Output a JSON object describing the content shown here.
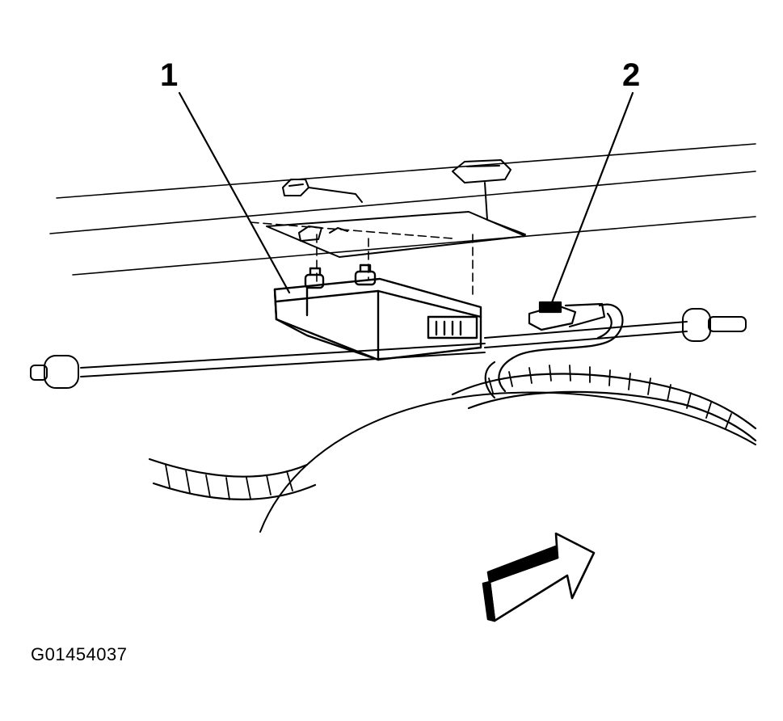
{
  "callouts": {
    "one": "1",
    "two": "2"
  },
  "figure_id": "G01454037",
  "icons": {
    "module": "control-module-icon",
    "bracket": "mounting-bracket-icon",
    "connector": "wiring-connector-icon",
    "arrow": "forward-direction-arrow-icon"
  },
  "colors": {
    "ink": "#000000",
    "paper": "#ffffff"
  }
}
